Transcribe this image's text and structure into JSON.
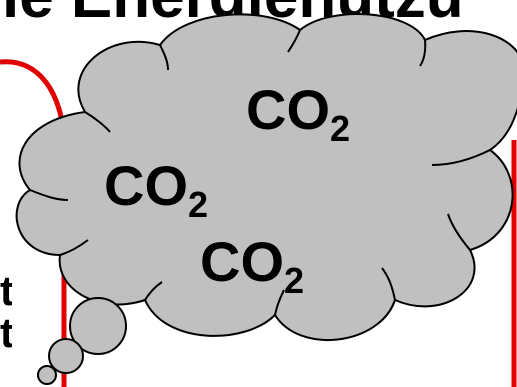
{
  "heading": {
    "text": "ie Energienutzu"
  },
  "cloud": {
    "labels": [
      {
        "formula": "CO",
        "subscript": "2"
      },
      {
        "formula": "CO",
        "subscript": "2"
      },
      {
        "formula": "CO",
        "subscript": "2"
      }
    ],
    "fill_color": "#c0c0c0",
    "outline_color": "#000000"
  },
  "left_text": {
    "line1": "t",
    "line2": "t"
  },
  "accent_color": "#e00000"
}
